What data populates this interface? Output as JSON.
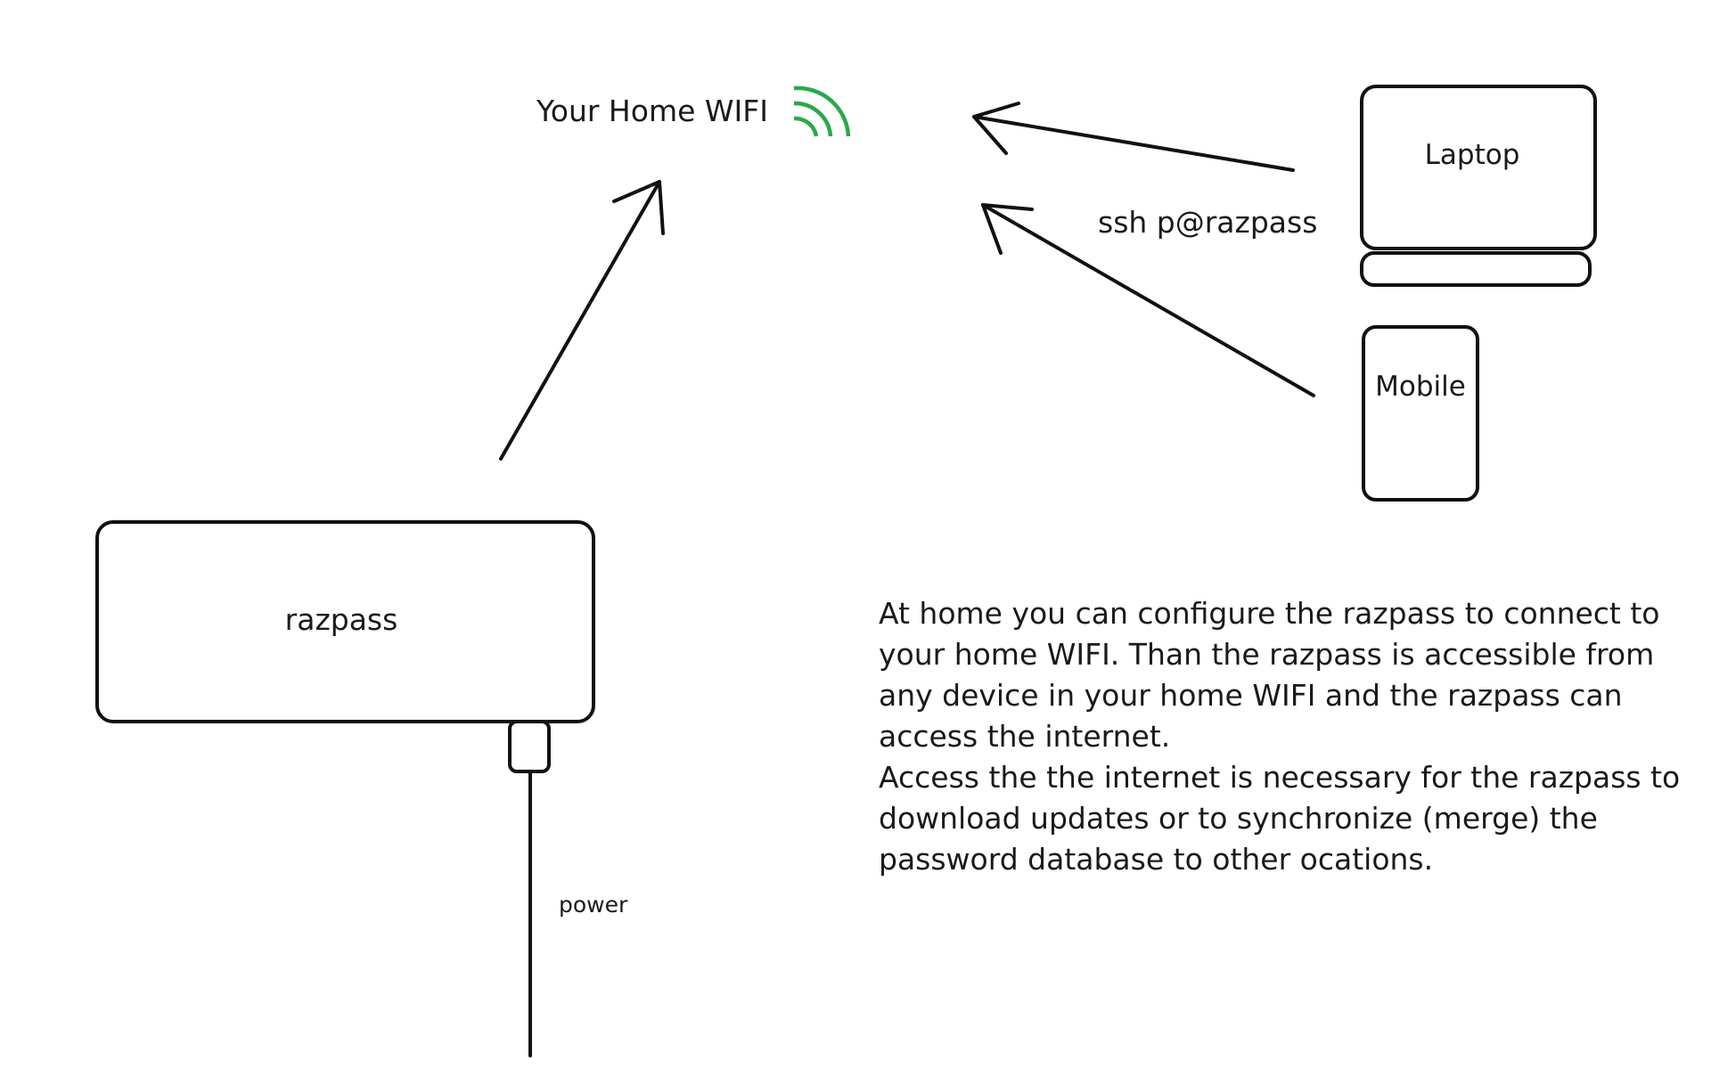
{
  "wifi": {
    "label": "Your Home WIFI",
    "color": "#2aa84a"
  },
  "devices": {
    "laptop": "Laptop",
    "mobile": "Mobile",
    "razpass": "razpass"
  },
  "connection": {
    "label": "ssh p@razpass"
  },
  "power": {
    "label": "power"
  },
  "description": {
    "paragraph1": "At home you can configure the razpass to connect to your home WIFI. Than the razpass is accessible from any device in your home WIFI and the razpass can access the internet.",
    "paragraph2": "Access the the internet is necessary for the razpass to download updates or to synchronize (merge) the password database to other ocations."
  }
}
